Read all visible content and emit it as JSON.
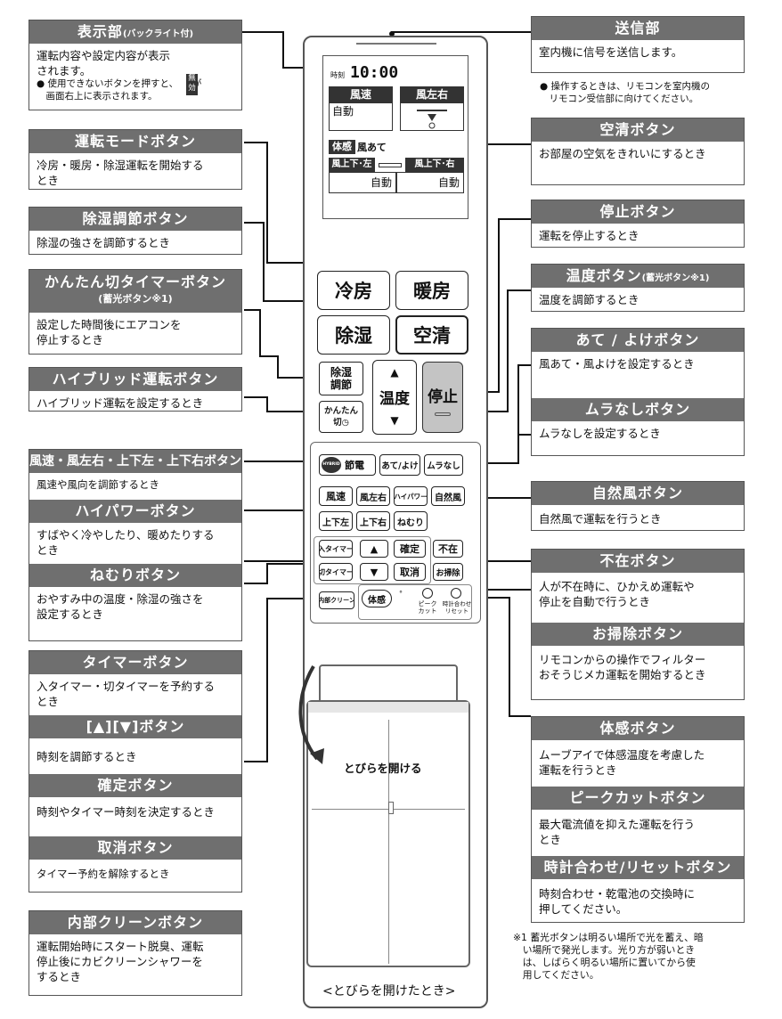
{
  "callouts": {
    "display": {
      "title": "表示部",
      "title_suffix": "(バックライト付)",
      "body": "運転内容や設定内容が表示\nされます。",
      "note": "● 使用できないボタンを押すと、　　が\n　画面右上に表示されます。",
      "mukou_mark": "無\n効"
    },
    "mode": {
      "title": "運転モードボタン",
      "body": "冷房・暖房・除湿運転を開始する\nとき"
    },
    "dehum": {
      "title": "除湿調節ボタン",
      "body": "除湿の強さを調節するとき"
    },
    "easy_timer": {
      "title": "かんたん切タイマーボタン",
      "title_sub": "(蓄光ボタン※1)",
      "body": "設定した時間後にエアコンを\n停止するとき"
    },
    "hybrid": {
      "title": "ハイブリッド運転ボタン",
      "body": "ハイブリッド運転を設定するとき"
    },
    "fan": {
      "title": "風速・風左右・上下左・上下右ボタン",
      "body": "風速や風向を調節するとき"
    },
    "hipower": {
      "title": "ハイパワーボタン",
      "body": "すばやく冷やしたり、暖めたりする\nとき"
    },
    "sleep": {
      "title": "ねむりボタン",
      "body": "おやすみ中の温度・除湿の強さを\n設定するとき"
    },
    "timer": {
      "title": "タイマーボタン",
      "body": "入タイマー・切タイマーを予約する\nとき"
    },
    "arrows": {
      "title": "[▲][▼]ボタン",
      "body": "時刻を調節するとき"
    },
    "confirm": {
      "title": "確定ボタン",
      "body": "時刻やタイマー時刻を決定するとき"
    },
    "cancel": {
      "title": "取消ボタン",
      "body": "タイマー予約を解除するとき"
    },
    "inner_clean": {
      "title": "内部クリーンボタン",
      "body": "運転開始時にスタート脱臭、運転\n停止後にカビクリーンシャワーを\nするとき"
    },
    "transmit": {
      "title": "送信部",
      "body": "室内機に信号を送信します。",
      "note": "● 操作するときは、リモコンを室内機の\n　リモコン受信部に向けてください。"
    },
    "air_clean": {
      "title": "空清ボタン",
      "body": "お部屋の空気をきれいにするとき"
    },
    "stop": {
      "title": "停止ボタン",
      "body": "運転を停止するとき"
    },
    "temp": {
      "title": "温度ボタン",
      "title_suffix": "(蓄光ボタン※1)",
      "body": "温度を調節するとき"
    },
    "ate_yoke": {
      "title": "あて / よけボタン",
      "body": "風あて・風よけを設定するとき"
    },
    "muranashi": {
      "title": "ムラなしボタン",
      "body": "ムラなしを設定するとき"
    },
    "natural": {
      "title": "自然風ボタン",
      "body": "自然風で運転を行うとき"
    },
    "absent": {
      "title": "不在ボタン",
      "body": "人が不在時に、ひかえめ運転や\n停止を自動で行うとき"
    },
    "cleaning": {
      "title": "お掃除ボタン",
      "body": "リモコンからの操作でフィルター\nおそうじメカ運転を開始するとき"
    },
    "taikan": {
      "title": "体感ボタン",
      "body": "ムーブアイで体感温度を考慮した\n運転を行うとき"
    },
    "peak": {
      "title": "ピークカットボタン",
      "body": "最大電流値を抑えた運転を行う\nとき"
    },
    "clock_reset": {
      "title": "時計合わせ/リセットボタン",
      "body": "時刻合わせ・乾電池の交換時に\n押してください。"
    }
  },
  "footnote": "※1 蓄光ボタンは明るい場所で光を蓄え、暗\n　い場所で発光します。光り方が弱いとき\n　は、しばらく明るい場所に置いてから使\n　用してください。",
  "caption": "<とびらを開けたとき>",
  "door_label": "とびらを開ける",
  "remote": {
    "display": {
      "clock_label": "時刻",
      "time": "10:00",
      "fan_speed": "風速",
      "fan_lr": "風左右",
      "auto": "自動",
      "taikan": "体感",
      "kaze_ate": "風あて",
      "fan_ud_left": "風上下･左",
      "fan_ud_right": "風上下･右",
      "auto_left": "自動",
      "auto_right": "自動"
    },
    "buttons": {
      "cool": "冷房",
      "heat": "暖房",
      "dehum": "除湿",
      "clean": "空清",
      "dehum_adj": "除湿\n調節",
      "easy_off": "かんたん\n切◷",
      "temp": "温度",
      "stop": "停止",
      "hybrid_icon": "HYBRID",
      "setsuden": "節電",
      "ate_yoke": "あて/よけ",
      "muranashi": "ムラなし",
      "fuusoku": "風速",
      "fuusayu": "風左右",
      "hipower": "ハイパワー",
      "shizenpu": "自然風",
      "jouge_left": "上下左",
      "jouge_right": "上下右",
      "nemuri": "ねむり",
      "on_timer": "入タイマー",
      "up": "▲",
      "kakutei": "確定",
      "fuzai": "不在",
      "off_timer": "切タイマー",
      "down": "▼",
      "torikeshi": "取消",
      "osouji": "お掃除",
      "inner_clean": "内部クリーン",
      "taikan": "体感",
      "peak_cut": "ピーク\nカット",
      "clock_reset": "時計合わせ\nリセット"
    }
  },
  "colors": {
    "header_bg": "#6f6f6f",
    "stop_button": "#c4c4c4",
    "line": "#111111"
  }
}
